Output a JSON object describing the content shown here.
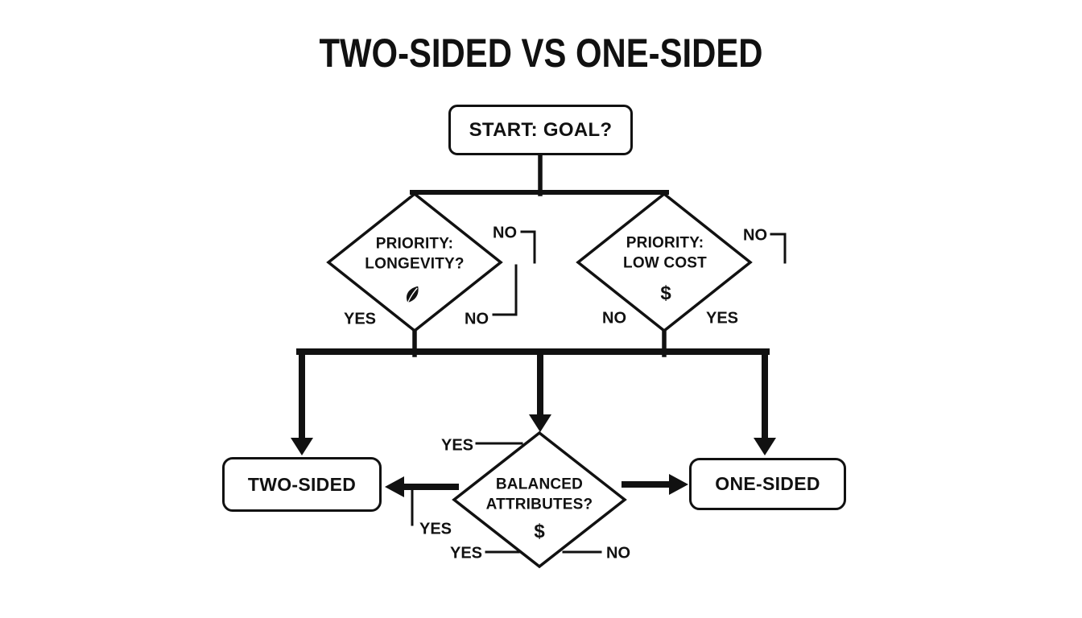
{
  "diagram": {
    "title": "TWO-SIDED VS ONE-SIDED",
    "line_color": "#111111",
    "background": "#ffffff",
    "nodes": {
      "start": {
        "label": "START: GOAL?"
      },
      "priority_longevity": {
        "line1": "PRIORITY:",
        "line2": "LONGEVITY?",
        "icon": "leaf-icon"
      },
      "priority_low_cost": {
        "line1": "PRIORITY:",
        "line2": "LOW COST",
        "icon": "dollar-sign-icon",
        "icon_glyph": "$"
      },
      "balanced_attributes": {
        "line1": "BALANCED",
        "line2": "ATTRIBUTES?",
        "icon": "dollar-sign-icon",
        "icon_glyph": "$"
      },
      "two_sided": {
        "label": "TWO-SIDED"
      },
      "one_sided": {
        "label": "ONE-SIDED"
      }
    },
    "edge_labels": {
      "longevity_no_upper": "NO",
      "longevity_yes": "YES",
      "longevity_no_lower": "NO",
      "low_cost_no_upper": "NO",
      "low_cost_no_lower": "NO",
      "low_cost_yes": "YES",
      "balanced_yes_upper": "YES",
      "balanced_yes_left": "YES",
      "balanced_yes_lower": "YES",
      "balanced_no_lower": "NO"
    }
  }
}
